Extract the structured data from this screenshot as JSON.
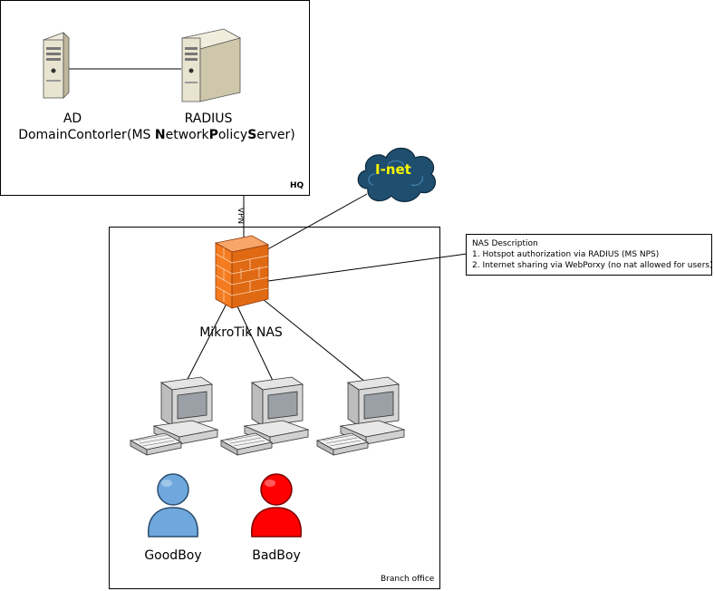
{
  "hq": {
    "label": "HQ",
    "ad": {
      "line1": "AD",
      "line2": "DomainContorler"
    },
    "radius": {
      "line1": "RADIUS",
      "line2_parts": [
        {
          "t": "(MS ",
          "b": false
        },
        {
          "t": "N",
          "b": true
        },
        {
          "t": "etwork",
          "b": false
        },
        {
          "t": "P",
          "b": true
        },
        {
          "t": "olicy",
          "b": false
        },
        {
          "t": "S",
          "b": true
        },
        {
          "t": "erver)",
          "b": false
        }
      ]
    }
  },
  "link_label": "VPN",
  "cloud": {
    "label": "I-net",
    "label_color": "#f5f500",
    "fill": "#1f4e6e"
  },
  "branch": {
    "label": "Branch office",
    "nas": {
      "label": "MikroTik NAS",
      "fill": "#f47b20"
    },
    "users": [
      {
        "name": "GoodBoy",
        "color": "#6fa8dc"
      },
      {
        "name": "BadBoy",
        "color": "#ff0000"
      }
    ]
  },
  "note": {
    "title": "NAS Description",
    "lines": [
      "1. Hotspot authorization via RADIUS (MS NPS)",
      "2. Internet sharing via WebPorxy (no nat allowed for users)"
    ]
  }
}
